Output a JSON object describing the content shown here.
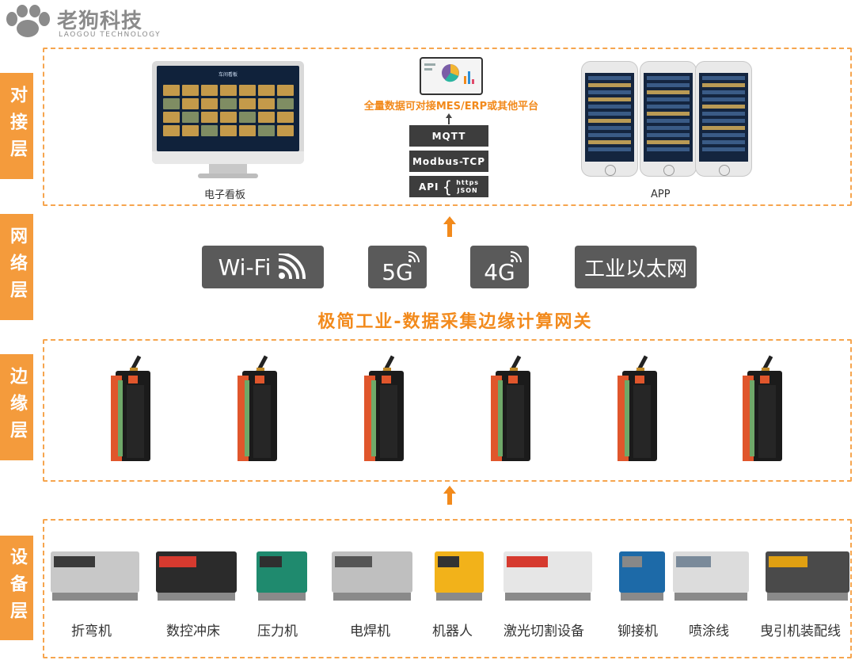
{
  "brand": {
    "name_cn": "老狗科技",
    "name_en": "LAOGOU TECHNOLOGY"
  },
  "layers": {
    "integration": "对接层",
    "network": "网络层",
    "edge": "边缘层",
    "device": "设备层"
  },
  "integration": {
    "dashboard_label": "电子看板",
    "dashboard_screen_title": "车间看板",
    "app_label": "APP",
    "platform_note": "全量数据可对接MES/ERP或其他平台",
    "protocols": {
      "mqtt": "MQTT",
      "modbus": "Modbus-TCP",
      "api": "API",
      "api_https": "https",
      "api_json": "JSON"
    }
  },
  "network": {
    "wifi": "Wi-Fi",
    "g5": "5G",
    "g4": "4G",
    "ethernet": "工业以太网"
  },
  "gateway_title": "极简工业-数据采集边缘计算网关",
  "devices": [
    {
      "label": "折弯机"
    },
    {
      "label": "数控冲床"
    },
    {
      "label": "压力机"
    },
    {
      "label": "电焊机"
    },
    {
      "label": "机器人"
    },
    {
      "label": "激光切割设备"
    },
    {
      "label": "铆接机"
    },
    {
      "label": "喷涂线"
    },
    {
      "label": "曳引机装配线"
    }
  ],
  "colors": {
    "accent": "#f28a1c",
    "tab": "#f49b3c",
    "badge": "#5a5a5a",
    "proto": "#3d3d3d"
  }
}
